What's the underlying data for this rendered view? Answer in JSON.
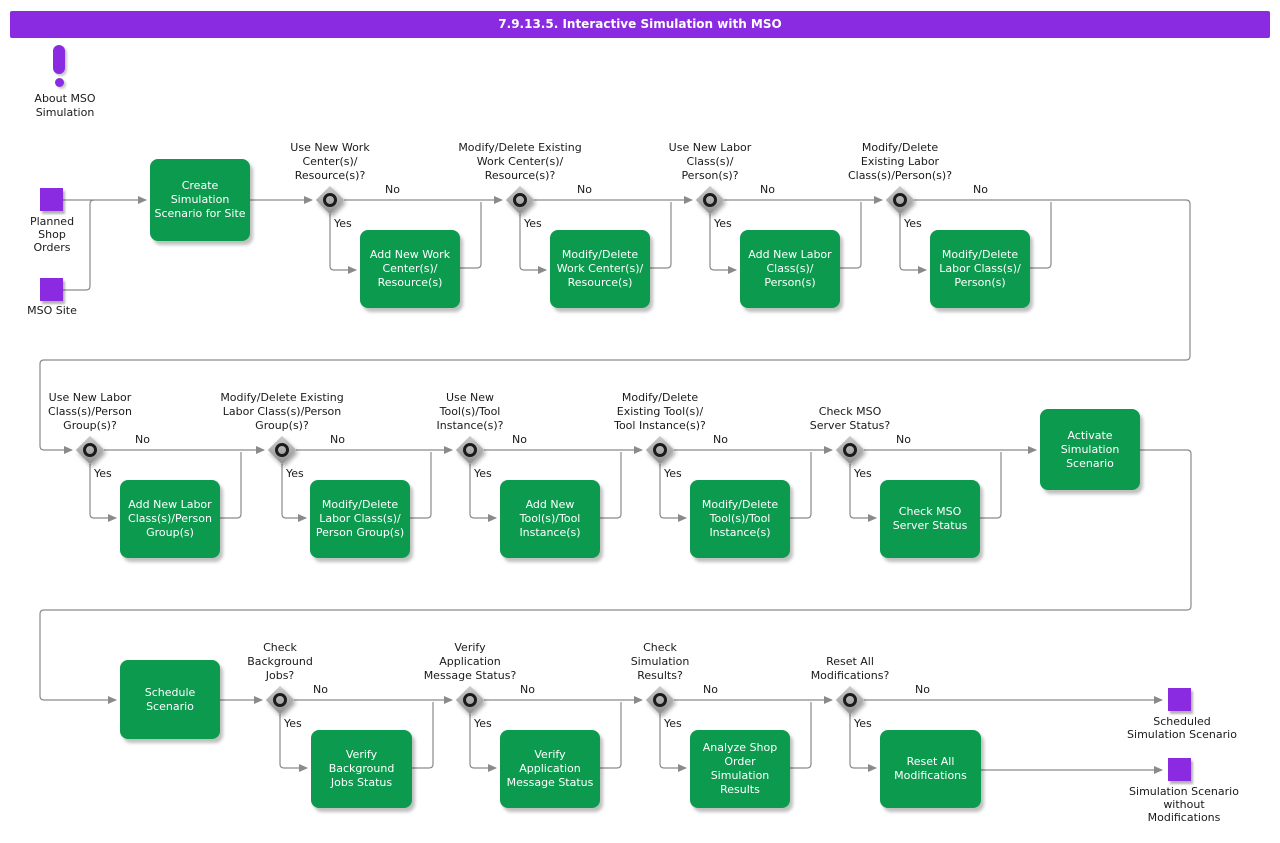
{
  "title": "7.9.13.5. Interactive Simulation with MSO",
  "labels": {
    "yes": "Yes",
    "no": "No"
  },
  "about": {
    "label": "About MSO\nSimulation"
  },
  "colors": {
    "purple": "#8A2BE2",
    "green": "#0C9B4E",
    "line": "#8A8A8A"
  },
  "terminals": {
    "planned_shop_orders": "Planned\nShop\nOrders",
    "mso_site": "MSO Site",
    "scheduled_simulation_scenario": "Scheduled\nSimulation Scenario",
    "simulation_scenario_without_modifications": "Simulation Scenario\nwithout\nModifications"
  },
  "processes": {
    "create": "Create\nSimulation\nScenario for Site",
    "activate": "Activate\nSimulation\nScenario",
    "schedule": "Schedule\nScenario"
  },
  "row1": [
    {
      "question": "Use New Work\nCenter(s)/\nResource(s)?",
      "action": "Add New Work\nCenter(s)/\nResource(s)"
    },
    {
      "question": "Modify/Delete Existing\nWork Center(s)/\nResource(s)?",
      "action": "Modify/Delete\nWork Center(s)/\nResource(s)"
    },
    {
      "question": "Use New Labor\nClass(s)/\nPerson(s)?",
      "action": "Add New Labor\nClass(s)/\nPerson(s)"
    },
    {
      "question": "Modify/Delete\nExisting Labor\nClass(s)/Person(s)?",
      "action": "Modify/Delete\nLabor Class(s)/\nPerson(s)"
    }
  ],
  "row2": [
    {
      "question": "Use New Labor\nClass(s)/Person\nGroup(s)?",
      "action": "Add New Labor\nClass(s)/Person\nGroup(s)"
    },
    {
      "question": "Modify/Delete Existing\nLabor Class(s)/Person\nGroup(s)?",
      "action": "Modify/Delete\nLabor Class(s)/\nPerson Group(s)"
    },
    {
      "question": "Use New\nTool(s)/Tool\nInstance(s)?",
      "action": "Add New\nTool(s)/Tool\nInstance(s)"
    },
    {
      "question": "Modify/Delete\nExisting Tool(s)/\nTool Instance(s)?",
      "action": "Modify/Delete\nTool(s)/Tool\nInstance(s)"
    },
    {
      "question": "Check MSO\nServer Status?",
      "action": "Check MSO\nServer Status"
    }
  ],
  "row3": [
    {
      "question": "Check\nBackground\nJobs?",
      "action": "Verify\nBackground\nJobs Status"
    },
    {
      "question": "Verify\nApplication\nMessage Status?",
      "action": "Verify\nApplication\nMessage Status"
    },
    {
      "question": "Check\nSimulation\nResults?",
      "action": "Analyze Shop\nOrder\nSimulation\nResults"
    },
    {
      "question": "Reset All\nModifications?",
      "action": "Reset All\nModifications"
    }
  ]
}
